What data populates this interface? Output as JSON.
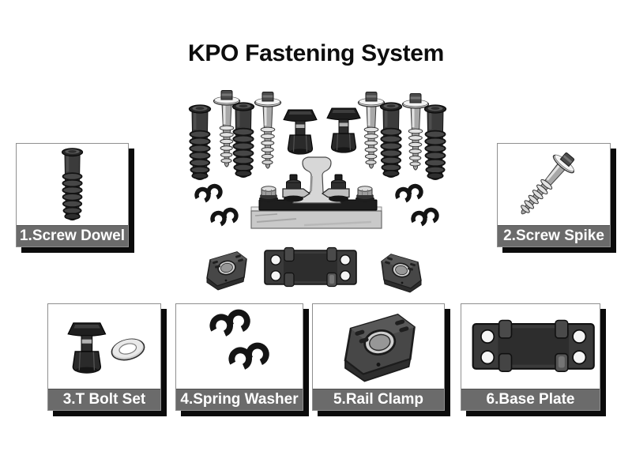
{
  "title": "KPO Fastening System",
  "colors": {
    "background": "#ffffff",
    "title_text": "#0d0d0d",
    "label_bar": "#6b6b6b",
    "label_text": "#ffffff",
    "box_border": "#8f8f8f",
    "box_shadow": "#0b0b0b"
  },
  "assembly": {
    "figure": "assembled-rail-fastening-collage",
    "contents": [
      "screw-dowels",
      "screw-spikes",
      "t-bolts",
      "spring-washers",
      "rail-clamps",
      "base-plate",
      "rail-section-on-base-plate-assembly"
    ]
  },
  "parts": [
    {
      "label": "1.Screw Dowel",
      "figure": "screw-dowel-illustration"
    },
    {
      "label": "2.Screw Spike",
      "figure": "screw-spike-illustration"
    },
    {
      "label": "3.T Bolt Set",
      "figure": "t-bolt-and-washer-illustration"
    },
    {
      "label": "4.Spring Washer",
      "figure": "spring-washer-illustration"
    },
    {
      "label": "5.Rail Clamp",
      "figure": "rail-clamp-illustration"
    },
    {
      "label": "6.Base Plate",
      "figure": "base-plate-illustration"
    }
  ]
}
